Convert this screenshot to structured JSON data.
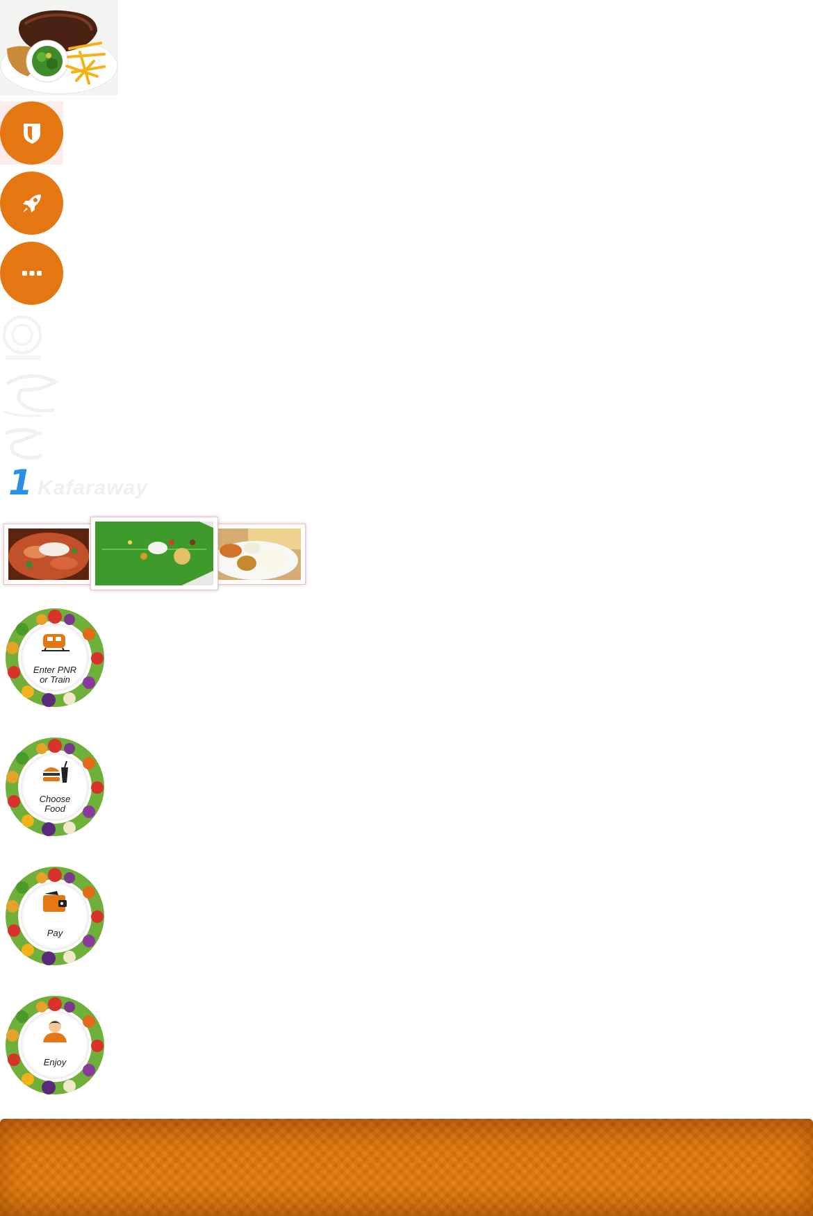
{
  "hero": {
    "icon": "steak-with-fries-image"
  },
  "buttons": [
    {
      "icon": "shield-icon"
    },
    {
      "icon": "rocket-icon"
    },
    {
      "icon": "ellipsis-icon"
    }
  ],
  "partner_logo": {
    "number": "1",
    "word": "Kafaraway"
  },
  "thumbnails": [
    {
      "icon": "pasta-dish-image"
    },
    {
      "icon": "banana-leaf-meal-image"
    },
    {
      "icon": "vada-sambar-image"
    }
  ],
  "steps": [
    {
      "icon": "train-icon",
      "label": "Enter PNR\nor Train"
    },
    {
      "icon": "burger-drink-icon",
      "label": "Choose\nFood"
    },
    {
      "icon": "wallet-icon",
      "label": "Pay"
    },
    {
      "icon": "person-icon",
      "label": "Enjoy"
    }
  ],
  "colors": {
    "accent": "#e57712",
    "footer": "#de7406",
    "partner_blue": "#2a8fe8"
  }
}
